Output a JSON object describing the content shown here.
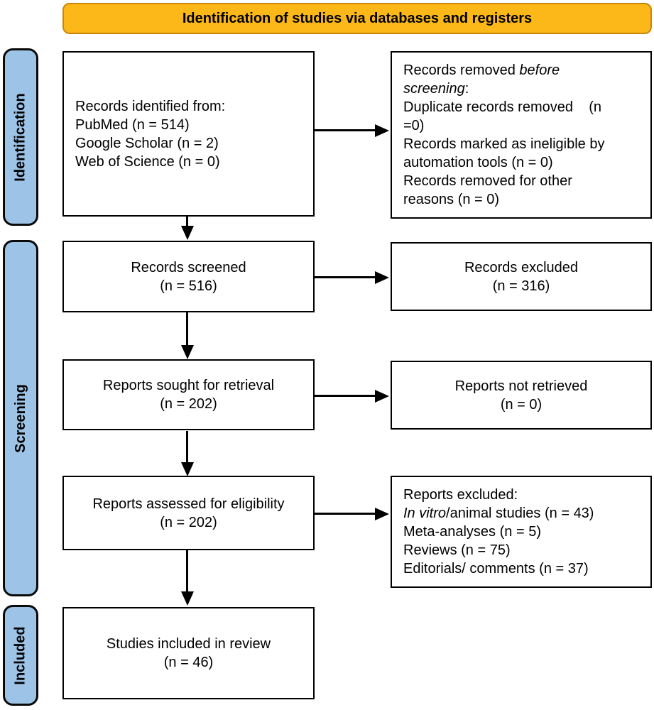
{
  "header": {
    "title": "Identification of studies via databases and registers"
  },
  "stages": [
    {
      "id": "identification",
      "label": "Identification"
    },
    {
      "id": "screening",
      "label": "Screening"
    },
    {
      "id": "included",
      "label": "Included"
    }
  ],
  "boxes": {
    "records_identified": {
      "align": "left",
      "lines": [
        "Records identified from:",
        "PubMed (n = 514)",
        "Google Scholar (n = 2)",
        "Web of Science (n = 0)"
      ]
    },
    "records_removed": {
      "align": "left",
      "lines": [
        [
          {
            "t": "Records removed ",
            "i": false
          },
          {
            "t": "before",
            "i": true
          }
        ],
        [
          {
            "t": "screening",
            "i": true
          },
          {
            "t": ":",
            "i": false
          }
        ],
        "Duplicate records removed    (n",
        "=0)",
        "Records marked as ineligible by",
        "automation tools (n = 0)",
        "Records removed for other",
        "reasons (n = 0)"
      ]
    },
    "records_screened": {
      "align": "center",
      "lines": [
        "Records screened",
        "(n = 516)"
      ]
    },
    "records_excluded": {
      "align": "center",
      "lines": [
        "Records excluded",
        "(n = 316)"
      ]
    },
    "reports_sought": {
      "align": "center",
      "lines": [
        "Reports sought for retrieval",
        "(n = 202)"
      ]
    },
    "reports_not_retrieved": {
      "align": "center",
      "lines": [
        "Reports not retrieved",
        "(n = 0)"
      ]
    },
    "reports_assessed": {
      "align": "center",
      "lines": [
        "Reports assessed for eligibility",
        "(n = 202)"
      ]
    },
    "reports_excluded": {
      "align": "left",
      "lines": [
        "Reports excluded:",
        [
          {
            "t": "In vitro",
            "i": true
          },
          {
            "t": "/animal studies (n = 43)",
            "i": false
          }
        ],
        "Meta-analyses (n = 5)",
        "Reviews (n = 75)",
        "Editorials/ comments (n = 37)"
      ]
    },
    "studies_included": {
      "align": "center",
      "lines": [
        "Studies included in review",
        "(n = 46)"
      ]
    }
  },
  "colors": {
    "banner_fill": "#FBB818",
    "banner_border": "#C8860A",
    "stage_fill": "#9DC3E6",
    "stage_border": "#0A0A0A",
    "box_fill": "#FFFFFF",
    "box_border": "#000000",
    "arrow": "#000000",
    "text": "#000000"
  }
}
